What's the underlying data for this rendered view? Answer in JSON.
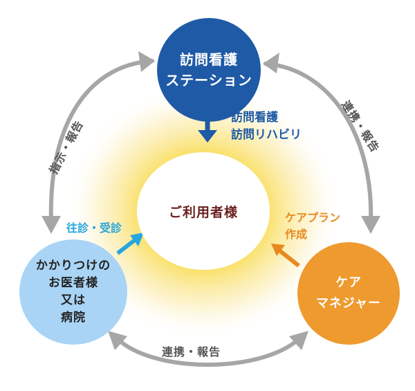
{
  "nodes": {
    "station": {
      "line1": "訪問看護",
      "line2": "ステーション"
    },
    "user": {
      "label": "ご利用者様"
    },
    "doctor": {
      "line1": "かかりつけの",
      "line2": "お医者様",
      "line3": "又は",
      "line4": "病院"
    },
    "care_manager": {
      "line1": "ケア",
      "line2": "マネジャー"
    }
  },
  "labels": {
    "visit": {
      "line1": "訪問看護",
      "line2": "訪問リハビリ"
    },
    "care_plan": {
      "line1": "ケアプラン",
      "line2": "作成"
    },
    "ojin": "往診・受診",
    "left_link": "指示・報告",
    "right_link": "連携・報告",
    "bottom_link": "連携・報告"
  },
  "colors": {
    "station": "#1f5aa6",
    "user_text": "#6b1f1f",
    "doctor": "#a9d4f5",
    "care_manager": "#ee9a2e",
    "glow": "#f7d23a",
    "link_arrows": "#a6a6a6",
    "visit_text": "#1f5aa6",
    "care_plan_text": "#e8891e",
    "ojin_text": "#27a6dd"
  }
}
